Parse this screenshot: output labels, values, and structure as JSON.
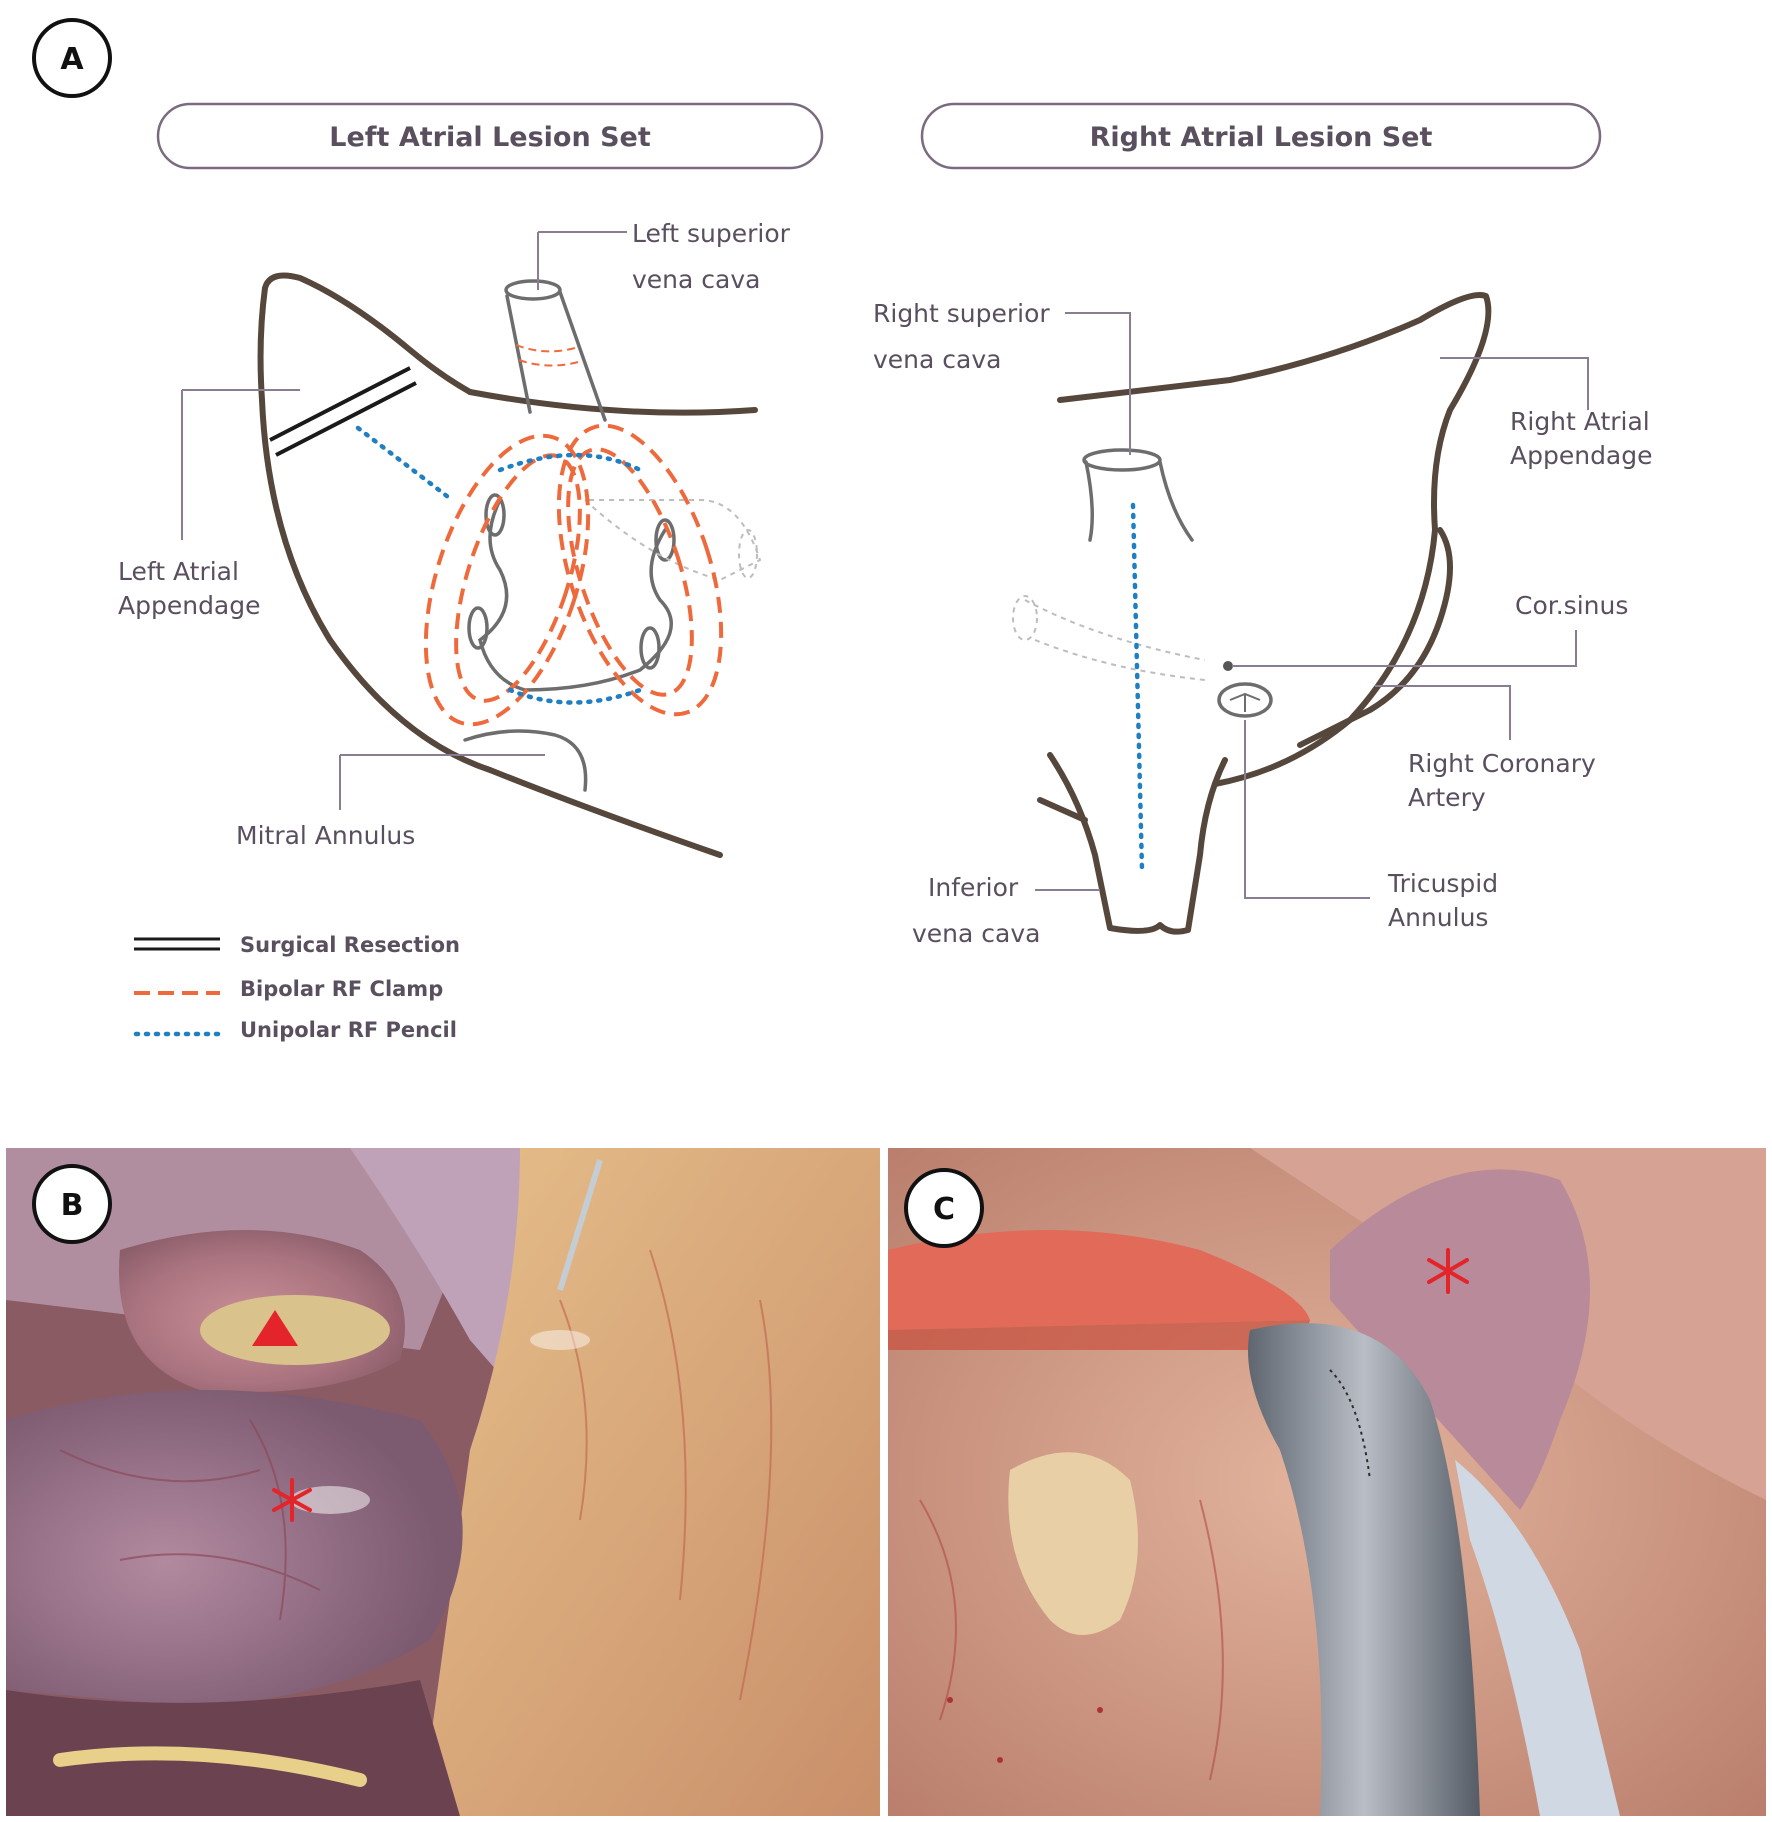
{
  "panel_a": {
    "badge": "A",
    "left_header": "Left Atrial Lesion Set",
    "right_header": "Right Atrial Lesion Set",
    "left_labels": {
      "lsvc_line1": "Left superior",
      "lsvc_line2": "vena cava",
      "laa_line1": "Left Atrial",
      "laa_line2": "Appendage",
      "mitral": "Mitral Annulus"
    },
    "right_labels": {
      "rsvc_line1": "Right superior",
      "rsvc_line2": "vena cava",
      "raa_line1": "Right Atrial",
      "raa_line2": "Appendage",
      "cor_sinus": "Cor.sinus",
      "rca_line1": "Right Coronary",
      "rca_line2": "Artery",
      "ivc_line1": "Inferior",
      "ivc_line2": "vena cava",
      "tri_line1": "Tricuspid",
      "tri_line2": "Annulus"
    },
    "legend": [
      {
        "label": "Surgical Resection",
        "style": "double-line",
        "color": "#1a1a1a"
      },
      {
        "label": "Bipolar RF Clamp",
        "style": "dashed",
        "color": "#ee6a3c"
      },
      {
        "label": "Unipolar RF Pencil",
        "style": "dotted",
        "color": "#1f7fc1"
      }
    ]
  },
  "panel_b": {
    "badge": "B"
  },
  "panel_c": {
    "badge": "C"
  },
  "colors": {
    "outline": "#56473c",
    "bipolar": "#ee6a3c",
    "unipolar": "#1f7fc1",
    "label_text": "#5a4f5e",
    "marker_red": "#e3242b"
  }
}
